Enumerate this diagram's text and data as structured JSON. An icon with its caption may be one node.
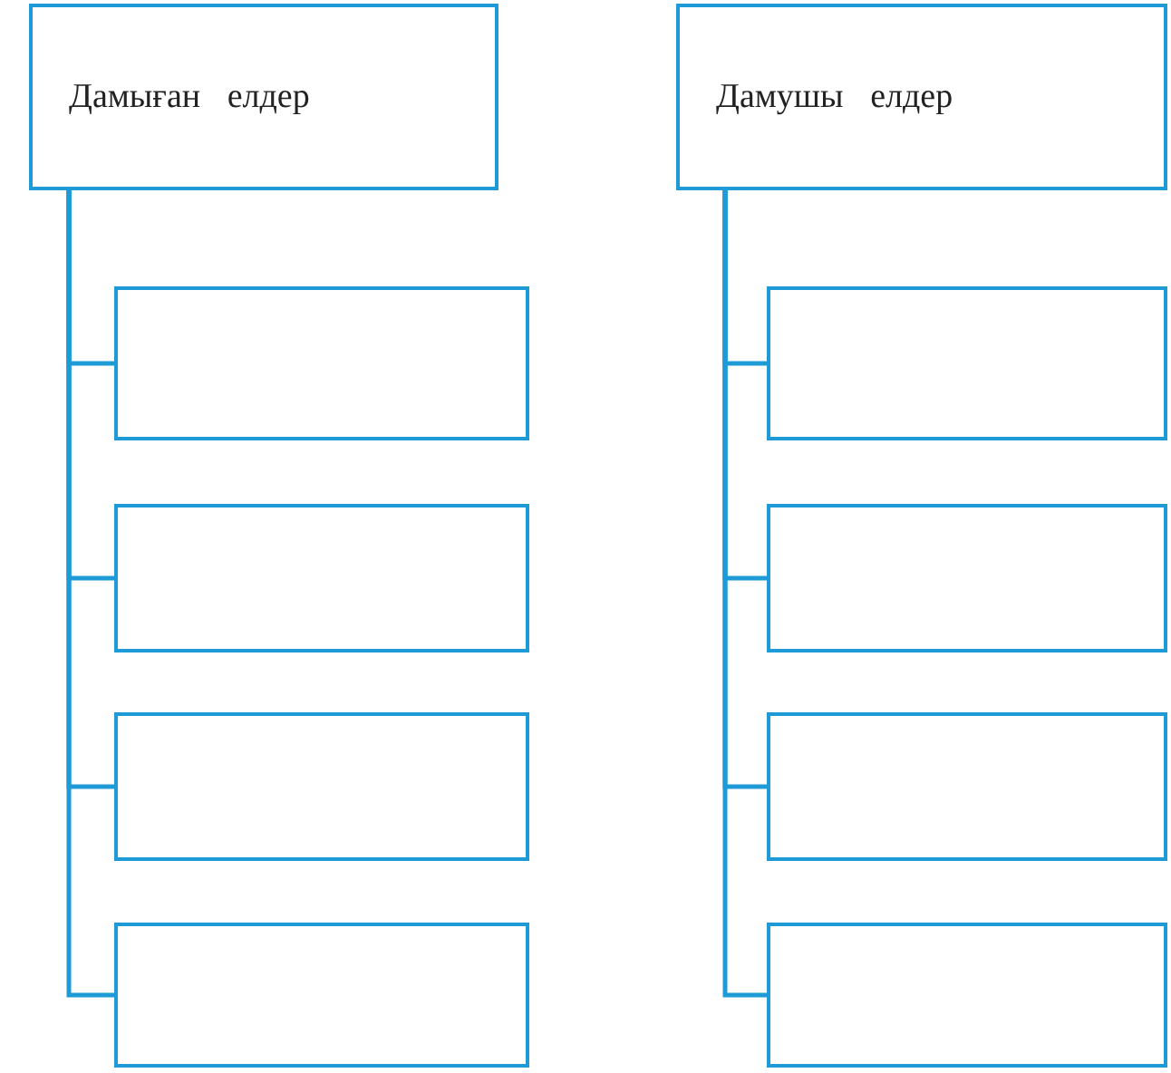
{
  "diagram": {
    "nodes": [
      {
        "text": [
          "Дамыған елдер"
        ]
      },
      {
        "text": [],
        "shape": "box"
      },
      {
        "text": [],
        "shape": "box"
      },
      {
        "text": [],
        "shape": "box"
      },
      {
        "text": [],
        "shape": "box"
      },
      {
        "text": [
          "Дамушы елдер"
        ]
      },
      {
        "text": [],
        "shape": "box"
      },
      {
        "text": [],
        "shape": "box"
      },
      {
        "text": [],
        "shape": "box"
      },
      {
        "text": [],
        "shape": "box"
      }
    ],
    "edges": [
      {
        "from": 0,
        "to": 1,
        "arrow": "none"
      },
      {
        "from": 0,
        "to": 2,
        "arrow": "none"
      },
      {
        "from": 0,
        "to": 3,
        "arrow": "none"
      },
      {
        "from": 0,
        "to": 4,
        "arrow": "none"
      },
      {
        "from": 5,
        "to": 6,
        "arrow": "none"
      },
      {
        "from": 5,
        "to": 7,
        "arrow": "none"
      },
      {
        "from": 5,
        "to": 8,
        "arrow": "none"
      },
      {
        "from": 5,
        "to": 9,
        "arrow": "none"
      }
    ]
  }
}
